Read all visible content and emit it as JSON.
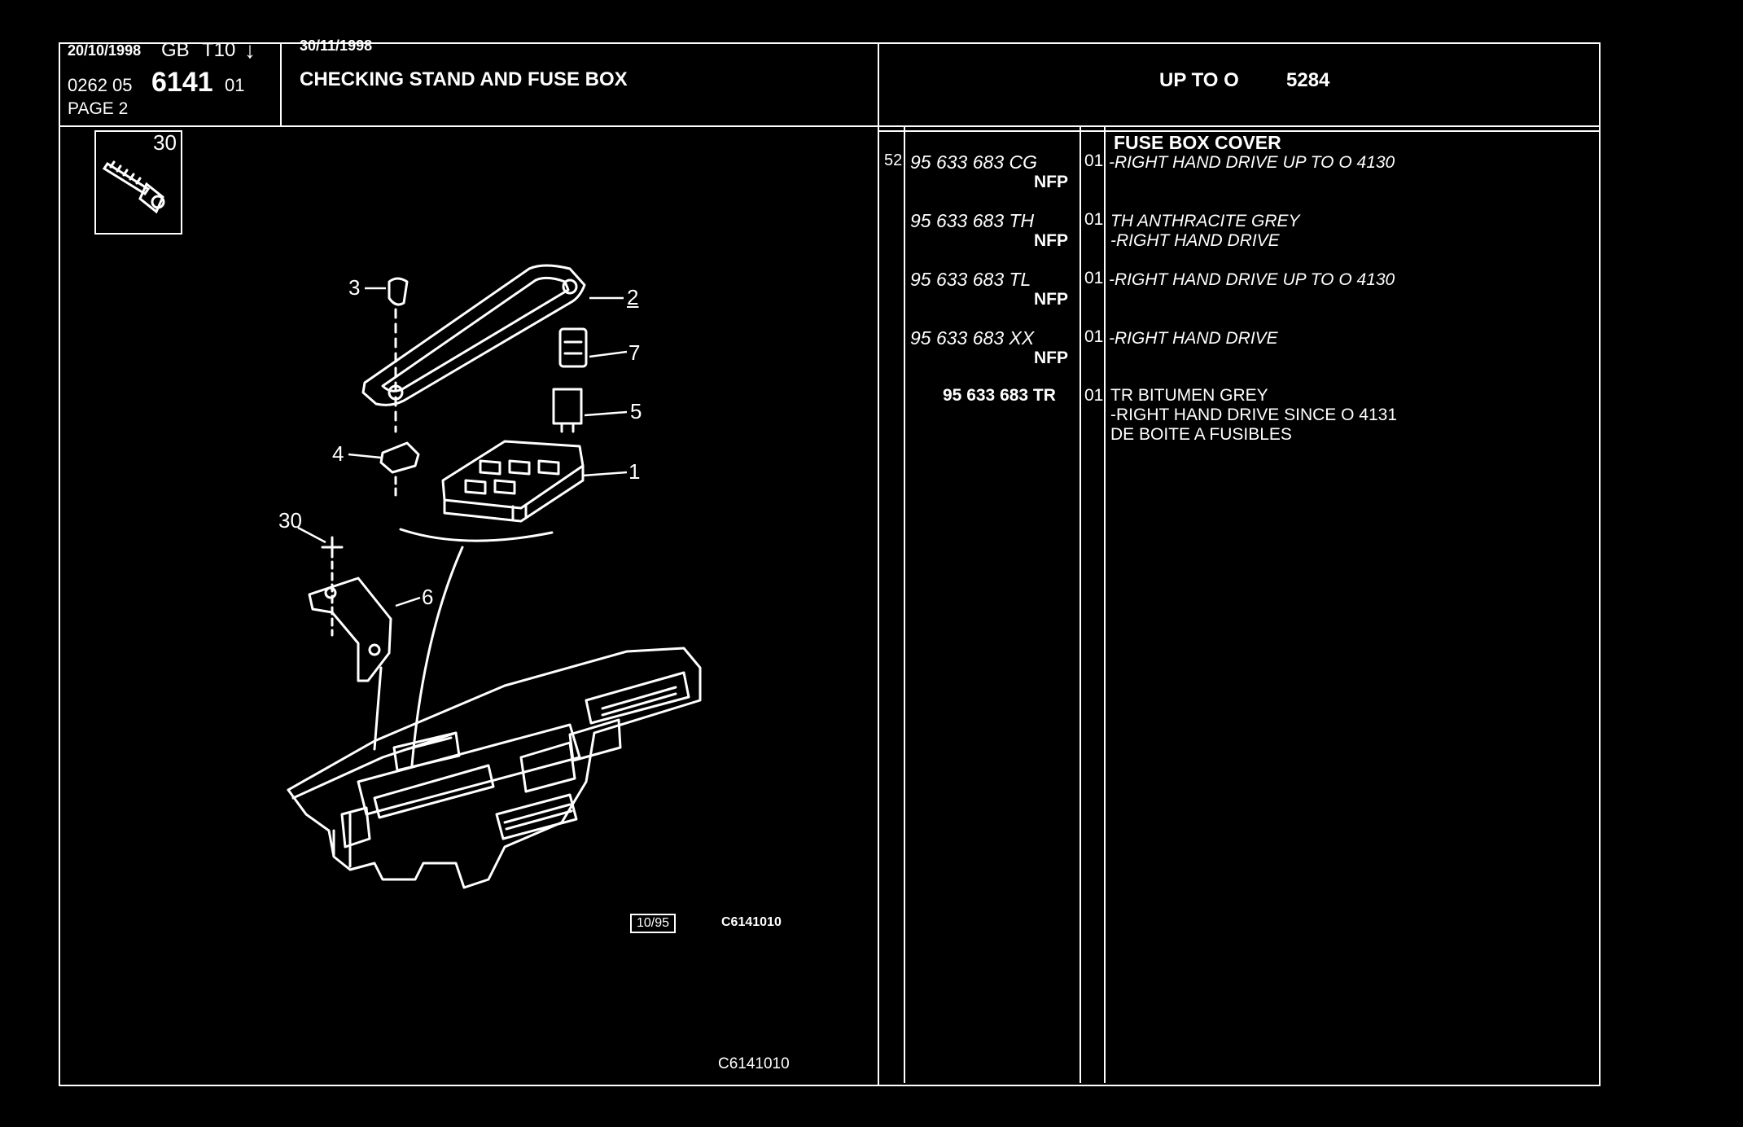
{
  "header": {
    "date_left": "20/10/1998",
    "lang_code": "GB",
    "variant": "T10",
    "down_arrow": "↓",
    "code_prefix": "0262 05",
    "code_main": "6141",
    "code_suffix": "01",
    "page_label": "PAGE 2",
    "date_right": "30/11/1998",
    "title": "CHECKING STAND AND FUSE BOX",
    "up_to_label": "UP TO O",
    "up_to_value": "5284"
  },
  "thumbnail": {
    "ref_number": "30",
    "icon": "screw-icon"
  },
  "diagram": {
    "callouts": [
      "3",
      "2",
      "7",
      "5",
      "4",
      "1",
      "30",
      "6"
    ],
    "date_box": "10/95",
    "ref_code_inner": "C6141010",
    "ref_code_bottom": "C6141010"
  },
  "parts": {
    "heading": "FUSE BOX COVER",
    "rows": [
      {
        "ref": "52",
        "part_no": "95 633 683 CG",
        "nfp": "NFP",
        "qty": "01",
        "lines": [
          "-RIGHT HAND DRIVE UP  TO  O  4130"
        ],
        "italic": true
      },
      {
        "ref": "",
        "part_no": "95 633 683 TH",
        "nfp": "NFP",
        "qty": "01",
        "lines": [
          "TH ANTHRACITE GREY",
          "-RIGHT HAND DRIVE"
        ],
        "italic": true
      },
      {
        "ref": "",
        "part_no": "95 633 683 TL",
        "nfp": "NFP",
        "qty": "01",
        "lines": [
          "-RIGHT HAND DRIVE UP  TO  O  4130"
        ],
        "italic": true
      },
      {
        "ref": "",
        "part_no": "95 633 683 XX",
        "nfp": "NFP",
        "qty": "01",
        "lines": [
          "-RIGHT HAND DRIVE"
        ],
        "italic": true
      },
      {
        "ref": "",
        "part_no": "95 633 683 TR",
        "nfp": "",
        "qty": "01",
        "lines": [
          "TR BITUMEN GREY",
          "-RIGHT HAND DRIVE SINCE  O  4131",
          "DE BOITE A FUSIBLES"
        ],
        "italic": false
      }
    ]
  }
}
